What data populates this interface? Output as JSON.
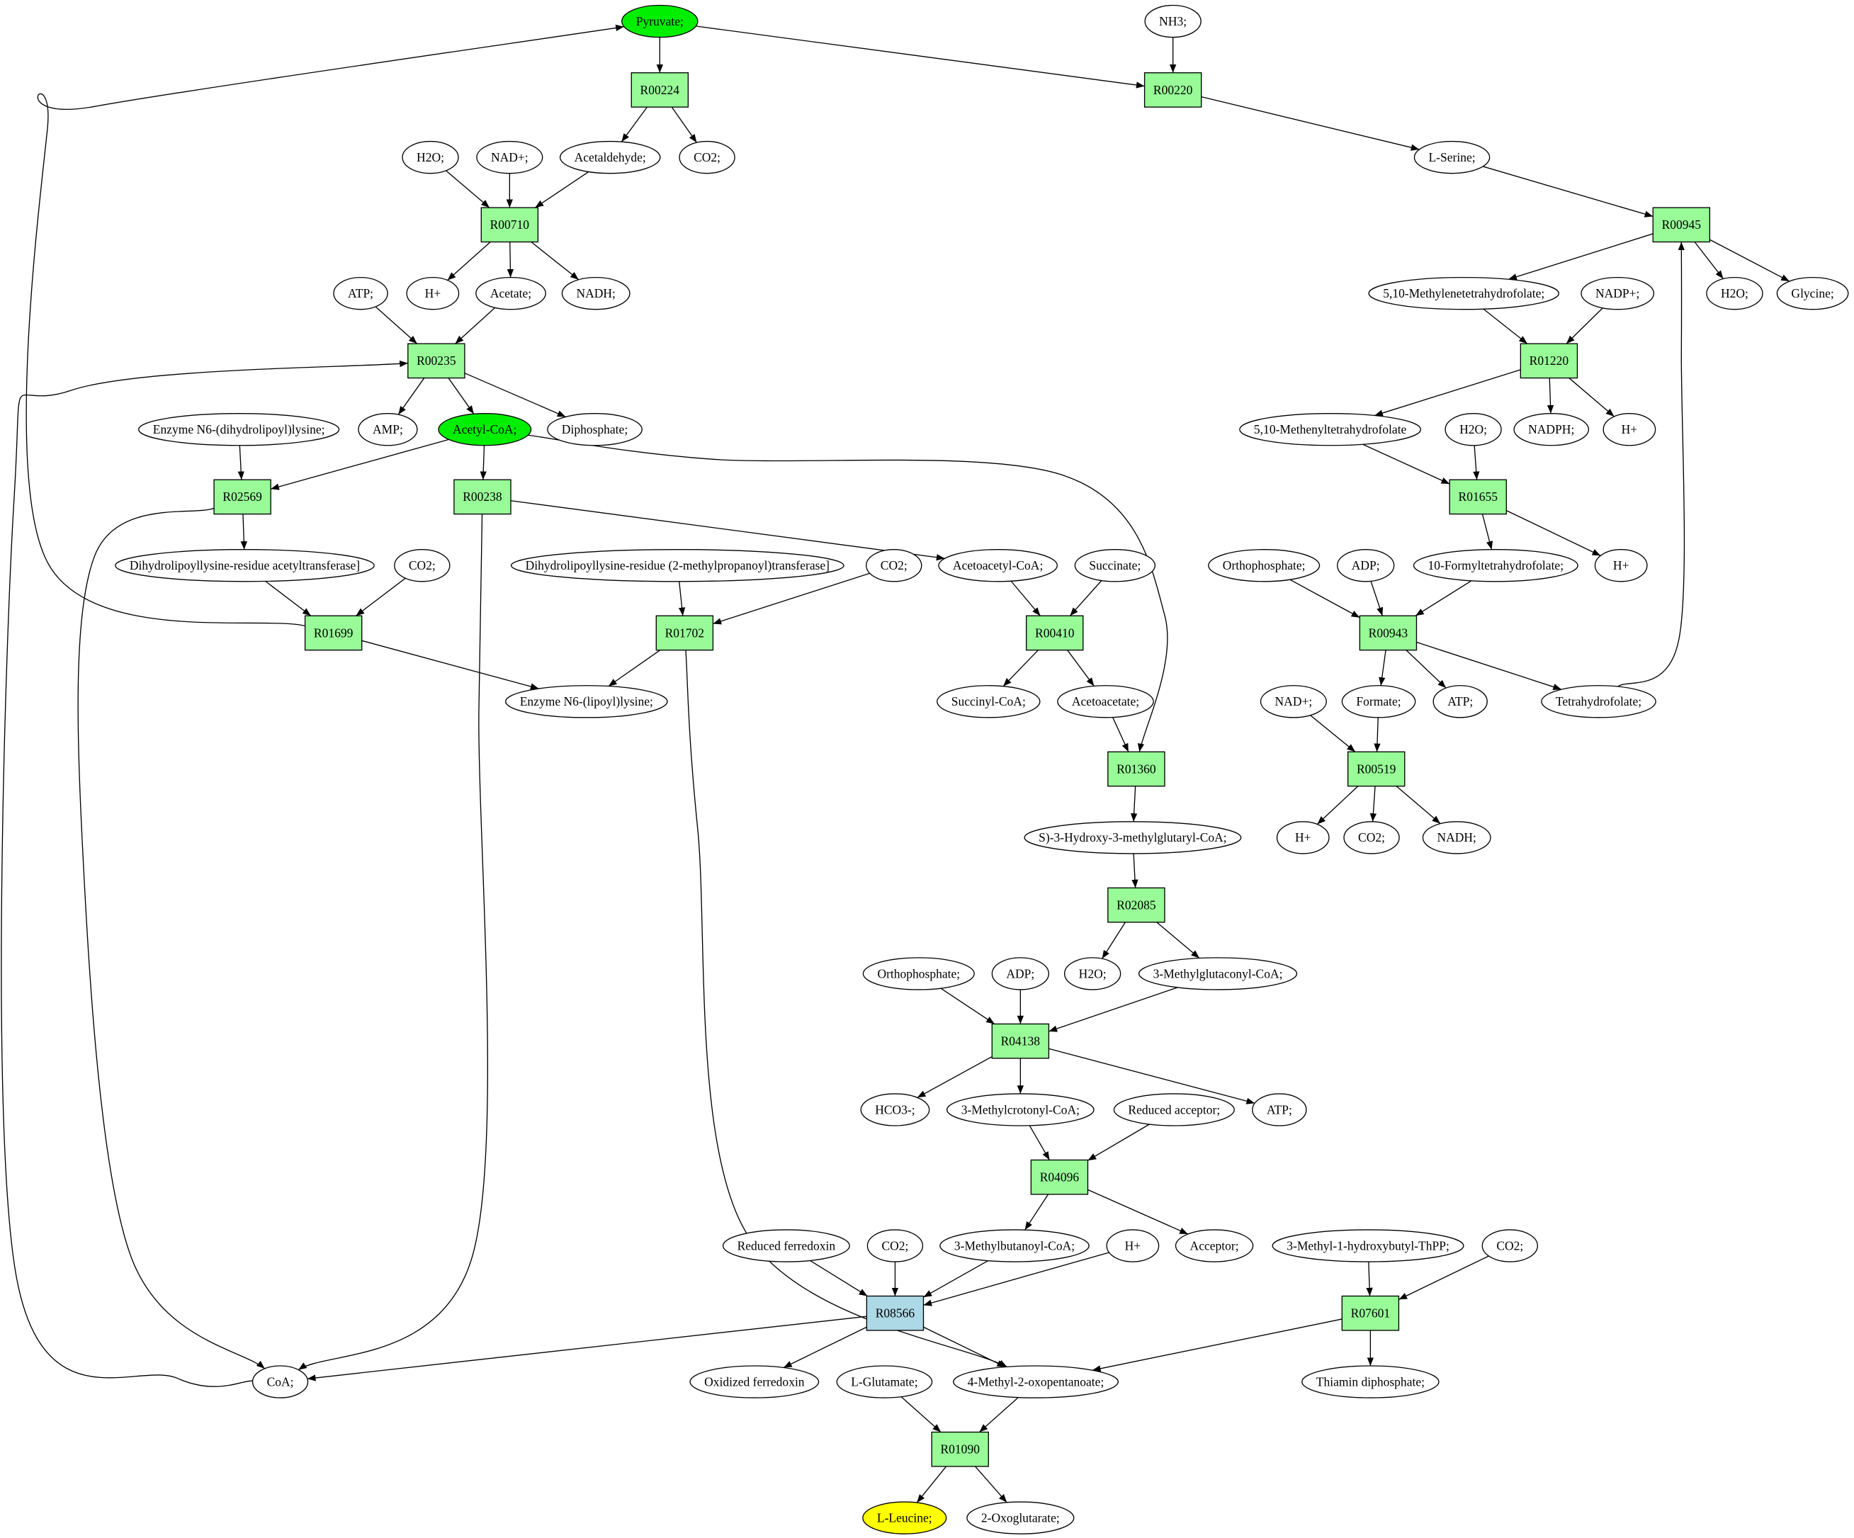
{
  "colors": {
    "reaction": "#98fb98",
    "highlight_reaction": "#add8e6",
    "start_compound": "#00ee00",
    "target_compound": "#ffff00",
    "compound": "#ffffff"
  },
  "nodes": [
    {
      "label": "Pyruvate;",
      "shape": "ellipse",
      "fill": "#00ee00"
    },
    {
      "label": "NH3;",
      "shape": "ellipse"
    },
    {
      "label": "R00224",
      "shape": "box"
    },
    {
      "label": "R00220",
      "shape": "box"
    },
    {
      "label": "H2O;",
      "shape": "ellipse"
    },
    {
      "label": "NAD+;",
      "shape": "ellipse"
    },
    {
      "label": "Acetaldehyde;",
      "shape": "ellipse"
    },
    {
      "label": "CO2;",
      "shape": "ellipse"
    },
    {
      "label": "L-Serine;",
      "shape": "ellipse"
    },
    {
      "label": "R00710",
      "shape": "box"
    },
    {
      "label": "R00945",
      "shape": "box"
    },
    {
      "label": "ATP;",
      "shape": "ellipse"
    },
    {
      "label": "H+",
      "shape": "ellipse"
    },
    {
      "label": "Acetate;",
      "shape": "ellipse"
    },
    {
      "label": "NADH;",
      "shape": "ellipse"
    },
    {
      "label": "5,10-Methylenetetrahydrofolate;",
      "shape": "ellipse"
    },
    {
      "label": "NADP+;",
      "shape": "ellipse"
    },
    {
      "label": "H2O;",
      "shape": "ellipse"
    },
    {
      "label": "Glycine;",
      "shape": "ellipse"
    },
    {
      "label": "R00235",
      "shape": "box"
    },
    {
      "label": "R01220",
      "shape": "box"
    },
    {
      "label": "Enzyme N6-(dihydrolipoyl)lysine;",
      "shape": "ellipse"
    },
    {
      "label": "AMP;",
      "shape": "ellipse"
    },
    {
      "label": "Acetyl-CoA;",
      "shape": "ellipse",
      "fill": "#00ee00"
    },
    {
      "label": "Diphosphate;",
      "shape": "ellipse"
    },
    {
      "label": "5,10-Methenyltetrahydrofolate",
      "shape": "ellipse"
    },
    {
      "label": "H2O;",
      "shape": "ellipse"
    },
    {
      "label": "NADPH;",
      "shape": "ellipse"
    },
    {
      "label": "H+",
      "shape": "ellipse"
    },
    {
      "label": "R02569",
      "shape": "box"
    },
    {
      "label": "R00238",
      "shape": "box"
    },
    {
      "label": "R01655",
      "shape": "box"
    },
    {
      "label": "Dihydrolipoyllysine-residue acetyltransferase]",
      "shape": "ellipse"
    },
    {
      "label": "CO2;",
      "shape": "ellipse"
    },
    {
      "label": "Dihydrolipoyllysine-residue (2-methylpropanoyl)transferase]",
      "shape": "ellipse"
    },
    {
      "label": "CO2;",
      "shape": "ellipse"
    },
    {
      "label": "Acetoacetyl-CoA;",
      "shape": "ellipse"
    },
    {
      "label": "Succinate;",
      "shape": "ellipse"
    },
    {
      "label": "Orthophosphate;",
      "shape": "ellipse"
    },
    {
      "label": "ADP;",
      "shape": "ellipse"
    },
    {
      "label": "10-Formyltetrahydrofolate;",
      "shape": "ellipse"
    },
    {
      "label": "H+",
      "shape": "ellipse"
    },
    {
      "label": "R01699",
      "shape": "box"
    },
    {
      "label": "R01702",
      "shape": "box"
    },
    {
      "label": "R00410",
      "shape": "box"
    },
    {
      "label": "R00943",
      "shape": "box"
    },
    {
      "label": "Enzyme N6-(lipoyl)lysine;",
      "shape": "ellipse"
    },
    {
      "label": "Succinyl-CoA;",
      "shape": "ellipse"
    },
    {
      "label": "Acetoacetate;",
      "shape": "ellipse"
    },
    {
      "label": "NAD+;",
      "shape": "ellipse"
    },
    {
      "label": "Formate;",
      "shape": "ellipse"
    },
    {
      "label": "ATP;",
      "shape": "ellipse"
    },
    {
      "label": "Tetrahydrofolate;",
      "shape": "ellipse"
    },
    {
      "label": "R01360",
      "shape": "box"
    },
    {
      "label": "R00519",
      "shape": "box"
    },
    {
      "label": "S)-3-Hydroxy-3-methylglutaryl-CoA;",
      "shape": "ellipse"
    },
    {
      "label": "H+",
      "shape": "ellipse"
    },
    {
      "label": "CO2;",
      "shape": "ellipse"
    },
    {
      "label": "NADH;",
      "shape": "ellipse"
    },
    {
      "label": "R02085",
      "shape": "box"
    },
    {
      "label": "Orthophosphate;",
      "shape": "ellipse"
    },
    {
      "label": "ADP;",
      "shape": "ellipse"
    },
    {
      "label": "H2O;",
      "shape": "ellipse"
    },
    {
      "label": "3-Methylglutaconyl-CoA;",
      "shape": "ellipse"
    },
    {
      "label": "R04138",
      "shape": "box"
    },
    {
      "label": "HCO3-;",
      "shape": "ellipse"
    },
    {
      "label": "3-Methylcrotonyl-CoA;",
      "shape": "ellipse"
    },
    {
      "label": "Reduced acceptor;",
      "shape": "ellipse"
    },
    {
      "label": "ATP;",
      "shape": "ellipse"
    },
    {
      "label": "R04096",
      "shape": "box"
    },
    {
      "label": "Reduced ferredoxin",
      "shape": "ellipse"
    },
    {
      "label": "CO2;",
      "shape": "ellipse"
    },
    {
      "label": "3-Methylbutanoyl-CoA;",
      "shape": "ellipse"
    },
    {
      "label": "H+",
      "shape": "ellipse"
    },
    {
      "label": "Acceptor;",
      "shape": "ellipse"
    },
    {
      "label": "3-Methyl-1-hydroxybutyl-ThPP;",
      "shape": "ellipse"
    },
    {
      "label": "CO2;",
      "shape": "ellipse"
    },
    {
      "label": "R08566",
      "shape": "box",
      "fill": "#add8e6"
    },
    {
      "label": "R07601",
      "shape": "box"
    },
    {
      "label": "CoA;",
      "shape": "ellipse"
    },
    {
      "label": "Oxidized ferredoxin",
      "shape": "ellipse"
    },
    {
      "label": "L-Glutamate;",
      "shape": "ellipse"
    },
    {
      "label": "4-Methyl-2-oxopentanoate;",
      "shape": "ellipse"
    },
    {
      "label": "Thiamin diphosphate;",
      "shape": "ellipse"
    },
    {
      "label": "R01090",
      "shape": "box"
    },
    {
      "label": "L-Leucine;",
      "shape": "ellipse",
      "fill": "#ffff00"
    },
    {
      "label": "2-Oxoglutarate;",
      "shape": "ellipse"
    }
  ]
}
